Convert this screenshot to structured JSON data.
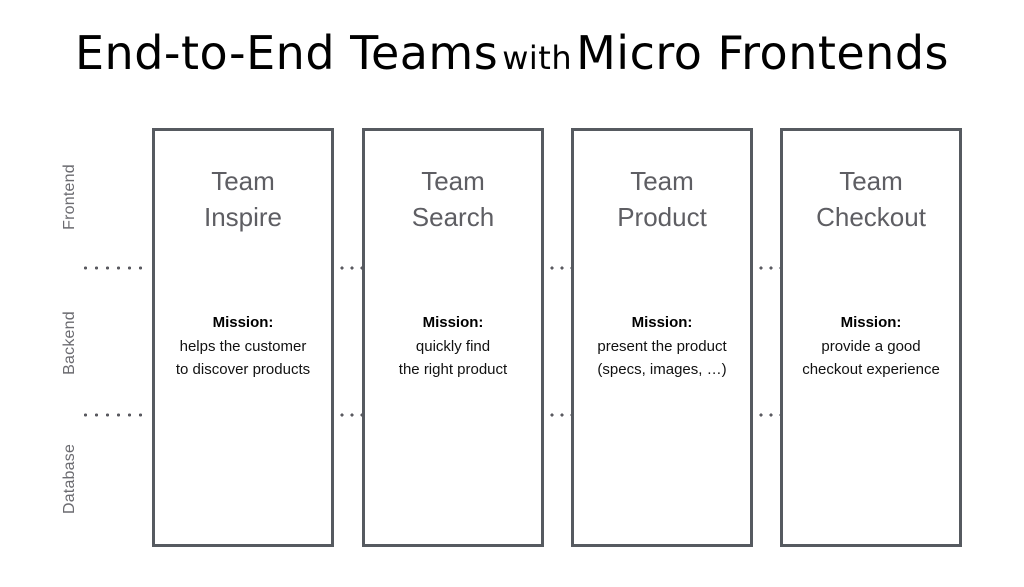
{
  "slide": {
    "title": {
      "part1": "End-to-End Teams",
      "part2": "with",
      "part3": "Micro Frontends"
    },
    "background_color": "#ffffff",
    "box_border_color": "#565a60",
    "team_name_color": "#5e5e63",
    "label_color": "#6b6b70",
    "dot_color": "#5a5a60"
  },
  "layers": [
    {
      "label": "Frontend"
    },
    {
      "label": "Backend"
    },
    {
      "label": "Database"
    }
  ],
  "teams": [
    {
      "name_line1": "Team",
      "name_line2": "Inspire",
      "mission_label": "Mission:",
      "mission_line1": "helps the customer",
      "mission_line2": "to discover products"
    },
    {
      "name_line1": "Team",
      "name_line2": "Search",
      "mission_label": "Mission:",
      "mission_line1": "quickly find",
      "mission_line2": "the right product"
    },
    {
      "name_line1": "Team",
      "name_line2": "Product",
      "mission_label": "Mission:",
      "mission_line1": "present the product",
      "mission_line2": "(specs, images, …)"
    },
    {
      "name_line1": "Team",
      "name_line2": "Checkout",
      "mission_label": "Mission:",
      "mission_line1": "provide a good",
      "mission_line2": "checkout experience"
    }
  ]
}
